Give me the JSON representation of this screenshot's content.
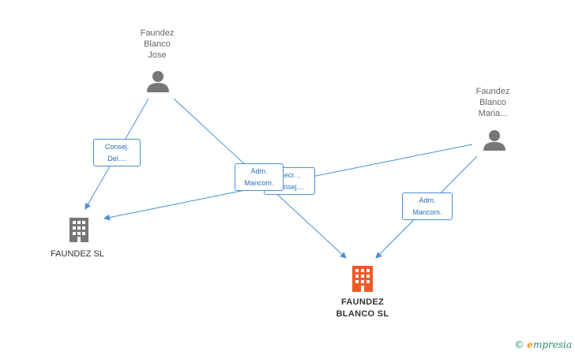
{
  "people": [
    {
      "id": "jose",
      "name_lines": [
        "Faundez",
        "Blanco",
        "Jose"
      ]
    },
    {
      "id": "maria",
      "name_lines": [
        "Faundez",
        "Blanco",
        "Maria..."
      ]
    }
  ],
  "companies": [
    {
      "id": "faundez_sl",
      "name_lines": [
        "FAUNDEZ SL"
      ],
      "color": "#777777"
    },
    {
      "id": "faundez_blanco_sl",
      "name_lines": [
        "FAUNDEZ",
        "BLANCO SL"
      ],
      "color": "#f05a28"
    }
  ],
  "edge_labels": [
    {
      "id": "jose_to_faundez_sl",
      "lines": [
        "Consej.",
        "Del...."
      ]
    },
    {
      "id": "maria_to_faundez_sl",
      "lines": [
        "Secr. ,",
        "Consej...."
      ]
    },
    {
      "id": "jose_to_faundez_blanco_sl",
      "lines": [
        "Adm.",
        "Mancom."
      ]
    },
    {
      "id": "maria_to_faundez_blanco_sl",
      "lines": [
        "Adm.",
        "Mancom."
      ]
    }
  ],
  "colors": {
    "edge": "#4a8fd6",
    "person_icon": "#777777"
  },
  "brand": {
    "copyright": "©",
    "initial": "e",
    "name": "mpresia"
  }
}
